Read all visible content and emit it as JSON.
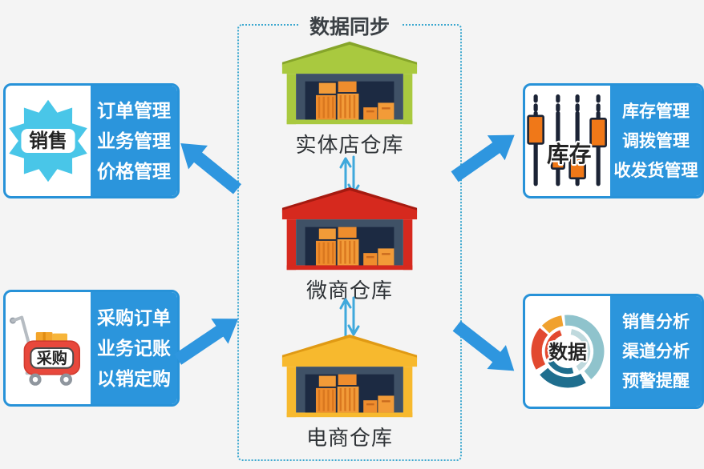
{
  "sync": {
    "title": "数据同步",
    "warehouses": [
      {
        "label": "实体店仓库",
        "roof": "#a9c93f",
        "ridge": "#86a52a"
      },
      {
        "label": "微商仓库",
        "roof": "#d6291e",
        "ridge": "#a61a10"
      },
      {
        "label": "电商仓库",
        "roof": "#f7b92e",
        "ridge": "#e09a14"
      }
    ]
  },
  "modules": [
    {
      "id": "sales",
      "badge": "销售",
      "items": [
        "订单管理",
        "业务管理",
        "价格管理"
      ]
    },
    {
      "id": "purchase",
      "badge": "采购",
      "items": [
        "采购订单",
        "业务记账",
        "以销定购"
      ]
    },
    {
      "id": "inventory",
      "badge": "库存",
      "items": [
        "库存管理",
        "调拨管理",
        "收发货管理"
      ]
    },
    {
      "id": "data",
      "badge": "数据",
      "items": [
        "销售分析",
        "渠道分析",
        "预警提醒"
      ]
    }
  ],
  "colors": {
    "background": "#f4f4f4",
    "panel_blue": "#2b95dc",
    "box_border_blue": "#2792d8",
    "arrow_blue": "#2e96df",
    "sync_arrow_blue": "#3fa9dc",
    "dashed_border": "#3aa7cf",
    "star_blue": "#49c6e8",
    "cart_red": "#e8483c",
    "slider_orange": "#f07818",
    "donut_red": "#e2492f",
    "donut_yellow": "#f0a12e",
    "donut_teal": "#8fc3cc",
    "donut_dark": "#1f6e8e"
  }
}
